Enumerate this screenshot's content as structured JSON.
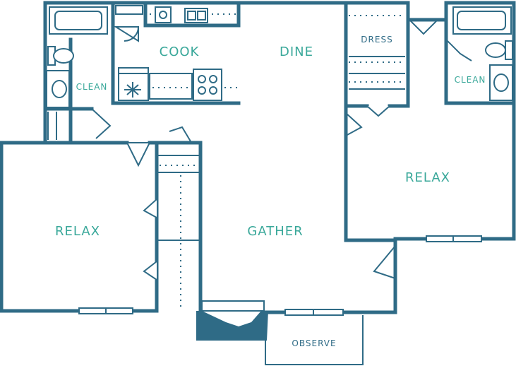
{
  "colors": {
    "wall": "#2f6b86",
    "label": "#3aa89a",
    "background": "#ffffff"
  },
  "rooms": {
    "cook": "COOK",
    "dine": "DINE",
    "clean_left": "CLEAN",
    "clean_right": "CLEAN",
    "dress": "DRESS",
    "relax_right": "RELAX",
    "relax_left": "RELAX",
    "gather": "GATHER",
    "observe": "OBSERVE"
  },
  "icons": [
    "bathtub-icon",
    "toilet-icon",
    "sink-icon",
    "stove-icon",
    "fridge-icon",
    "dishwasher-icon",
    "fireplace-icon",
    "door-swing-icon",
    "window-icon"
  ]
}
